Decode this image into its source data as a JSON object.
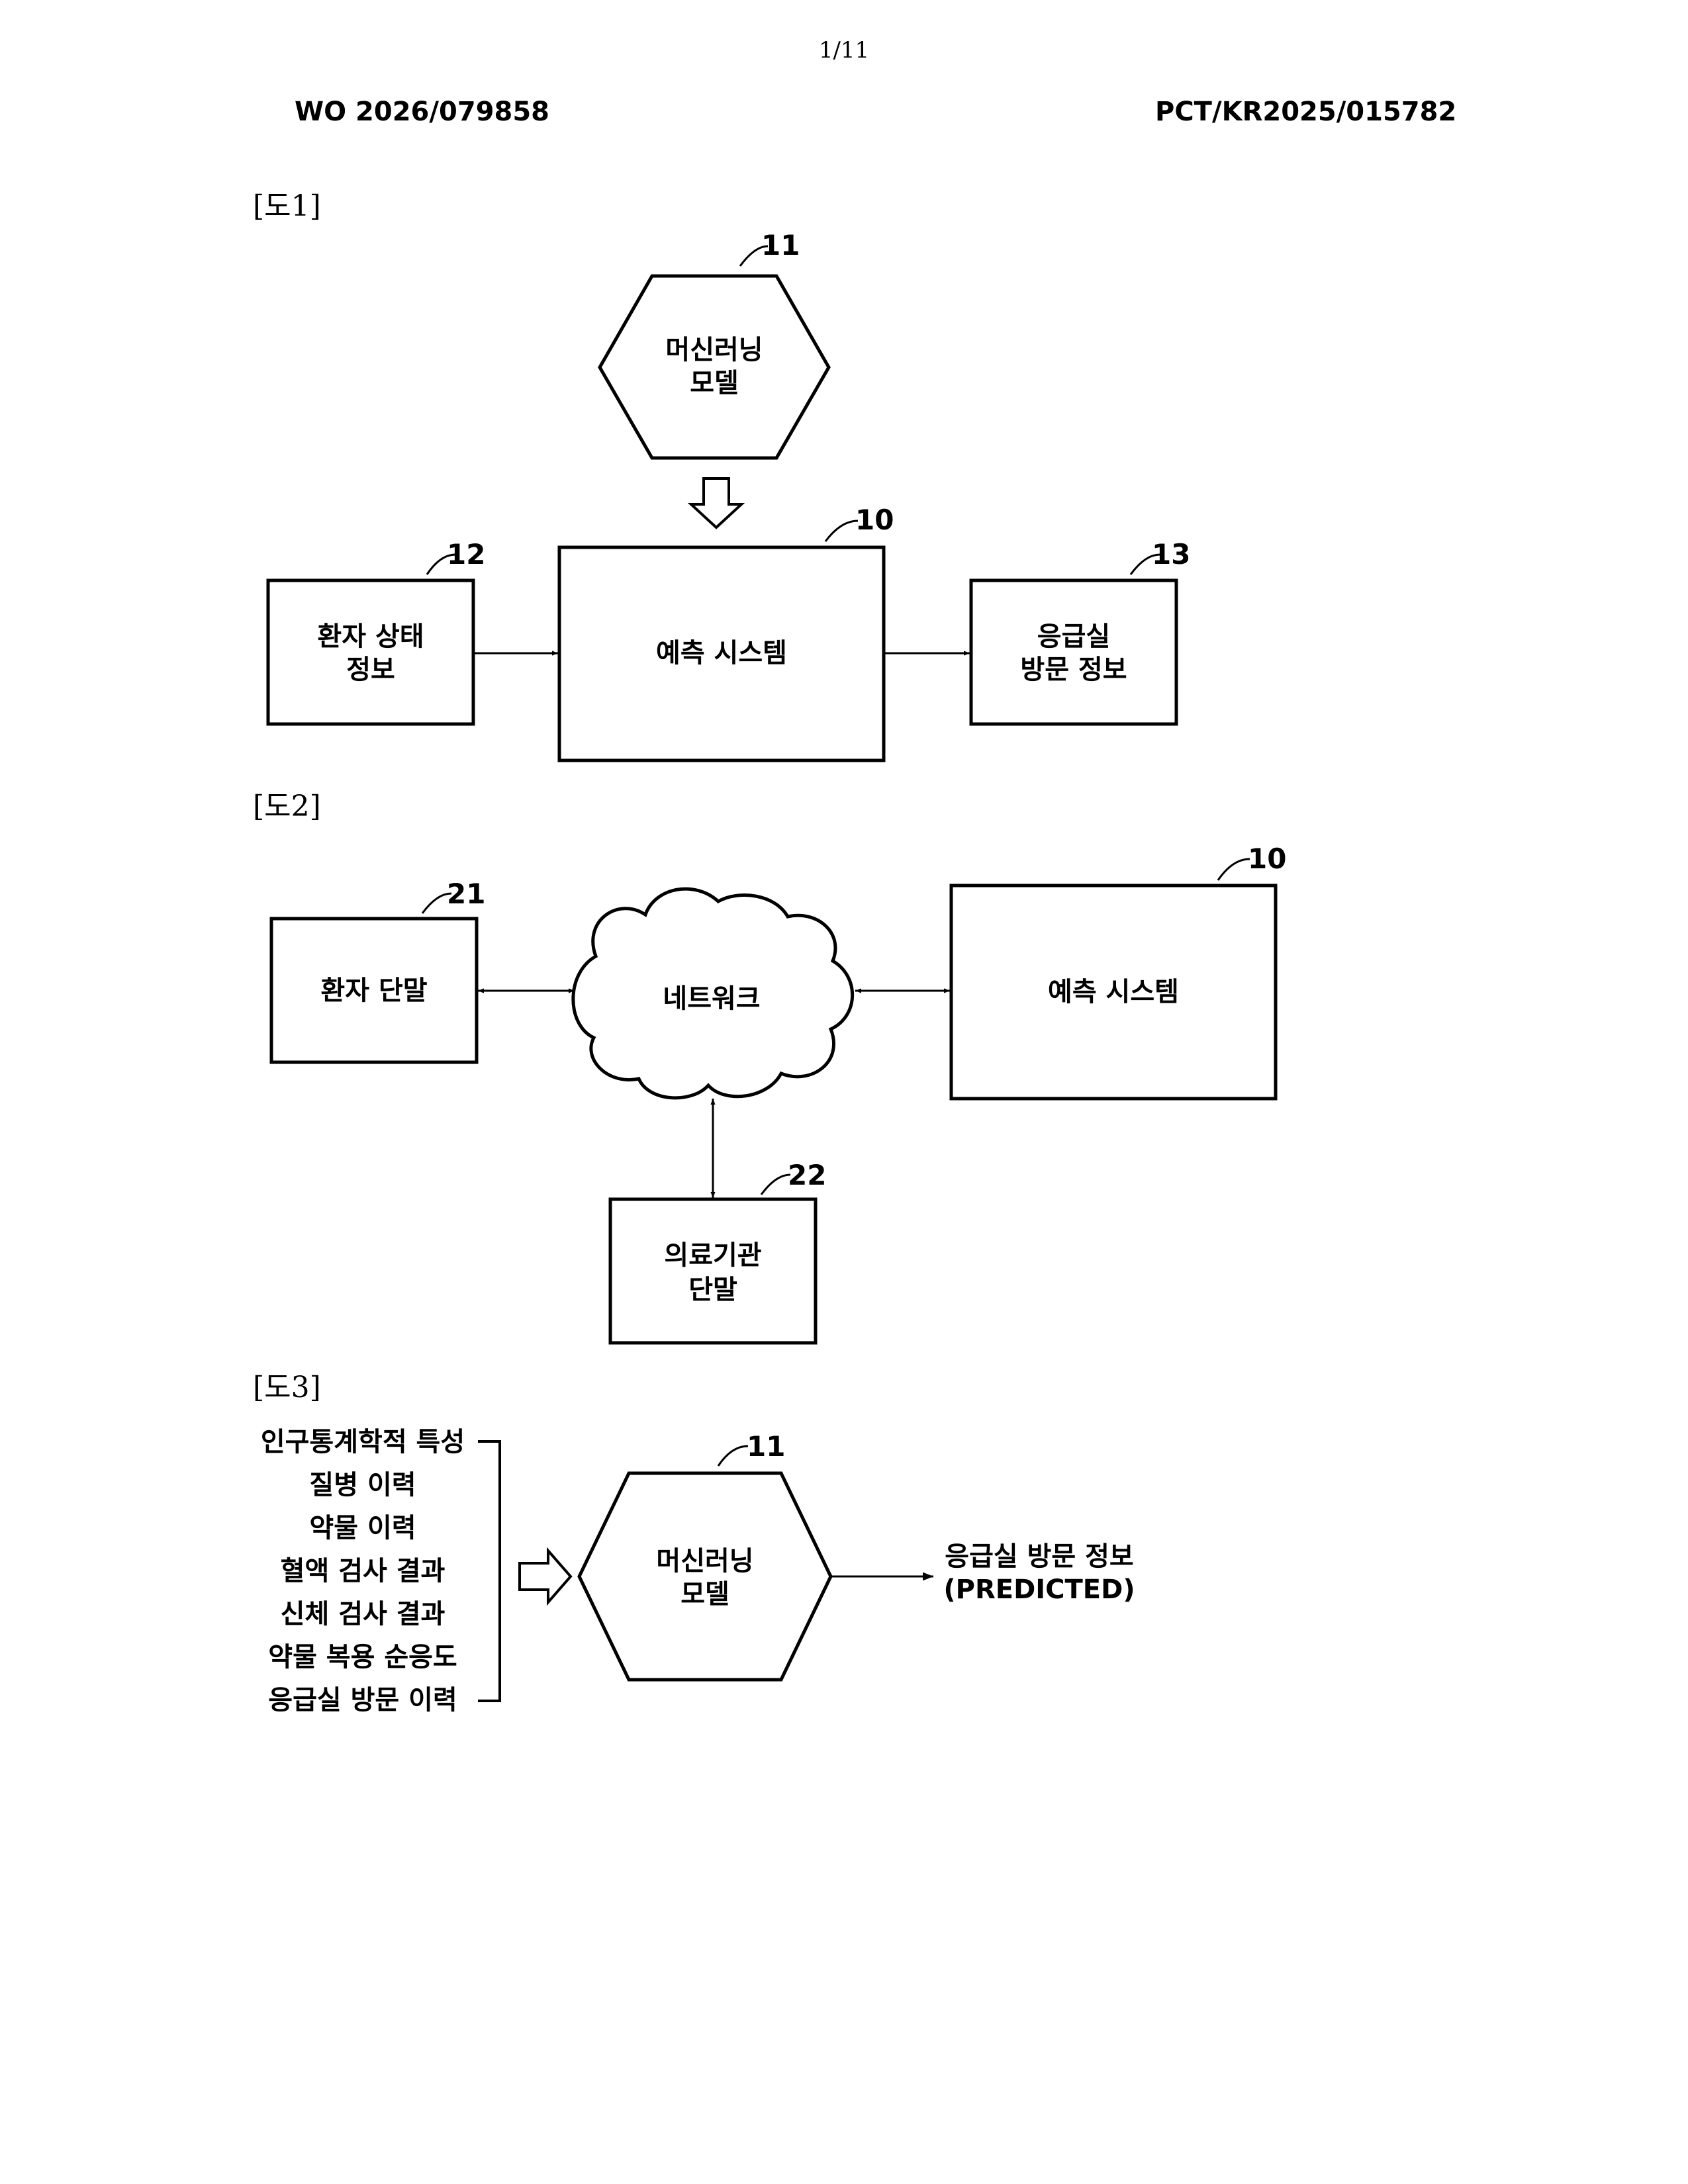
{
  "page_number": "1/11",
  "publication_number": "WO 2026/079858",
  "application_number": "PCT/KR2025/015782",
  "figures": [
    {
      "label": "[도1]",
      "nodes": [
        {
          "id": "ml-model",
          "ref": "11",
          "lines": [
            "머신러닝",
            "모델"
          ]
        },
        {
          "id": "patient-info",
          "ref": "12",
          "lines": [
            "환자 상태",
            "정보"
          ]
        },
        {
          "id": "prediction-system",
          "ref": "10",
          "lines": [
            "예측 시스템"
          ]
        },
        {
          "id": "er-visit-info",
          "ref": "13",
          "lines": [
            "응급실",
            "방문 정보"
          ]
        }
      ]
    },
    {
      "label": "[도2]",
      "nodes": [
        {
          "id": "patient-terminal",
          "ref": "21",
          "lines": [
            "환자 단말"
          ]
        },
        {
          "id": "network",
          "ref": "",
          "lines": [
            "네트워크"
          ]
        },
        {
          "id": "prediction-system",
          "ref": "10",
          "lines": [
            "예측 시스템"
          ]
        },
        {
          "id": "medical-terminal",
          "ref": "22",
          "lines": [
            "의료기관",
            "단말"
          ]
        }
      ]
    },
    {
      "label": "[도3]",
      "inputs": [
        "인구통계학적 특성",
        "질병 이력",
        "약물 이력",
        "혈액 검사 결과",
        "신체 검사 결과",
        "약물 복용 순응도",
        "응급실 방문 이력"
      ],
      "model": {
        "ref": "11",
        "lines": [
          "머신러닝",
          "모델"
        ]
      },
      "output": [
        "응급실 방문 정보",
        "(PREDICTED)"
      ]
    }
  ]
}
